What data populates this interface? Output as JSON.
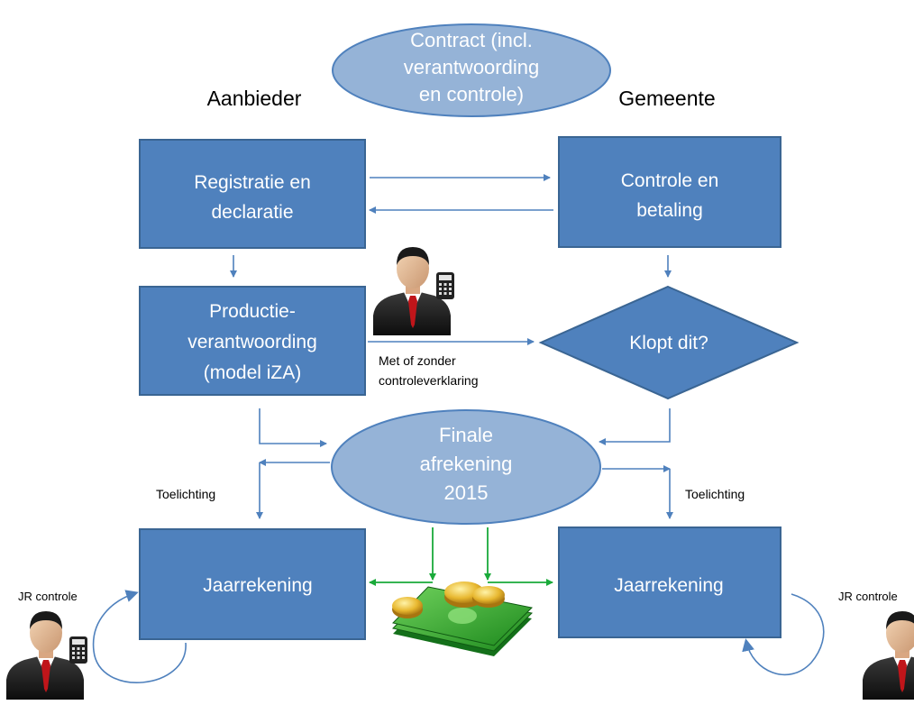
{
  "contract": {
    "line1": "Contract (incl.",
    "line2": "verantwoording",
    "line3": "en controle)"
  },
  "headers": {
    "left": "Aanbieder",
    "right": "Gemeente"
  },
  "boxes": {
    "registratie": {
      "line1": "Registratie en",
      "line2": "declaratie"
    },
    "controle_betaling": {
      "line1": "Controle en",
      "line2": "betaling"
    },
    "productie": {
      "line1": "Productie-",
      "line2": "verantwoording",
      "line3": "(model iZA)"
    },
    "klopt": "Klopt dit?",
    "jaarrekening_left": "Jaarrekening",
    "jaarrekening_right": "Jaarrekening"
  },
  "finale": {
    "line1": "Finale",
    "line2": "afrekening",
    "line3": "2015"
  },
  "labels": {
    "met_of_zonder_line1": "Met of zonder",
    "met_of_zonder_line2": "controleverklaring",
    "toelichting_left": "Toelichting",
    "toelichting_right": "Toelichting",
    "jr_controle_left": "JR controle",
    "jr_controle_right": "JR controle"
  },
  "icons": [
    "businessman-calculator-icon",
    "money-icon"
  ],
  "colors": {
    "box": "#4f81bd",
    "ellipse": "#95b3d7",
    "arrow": "#4f81bd",
    "money_arrow": "#1aaa3a"
  }
}
